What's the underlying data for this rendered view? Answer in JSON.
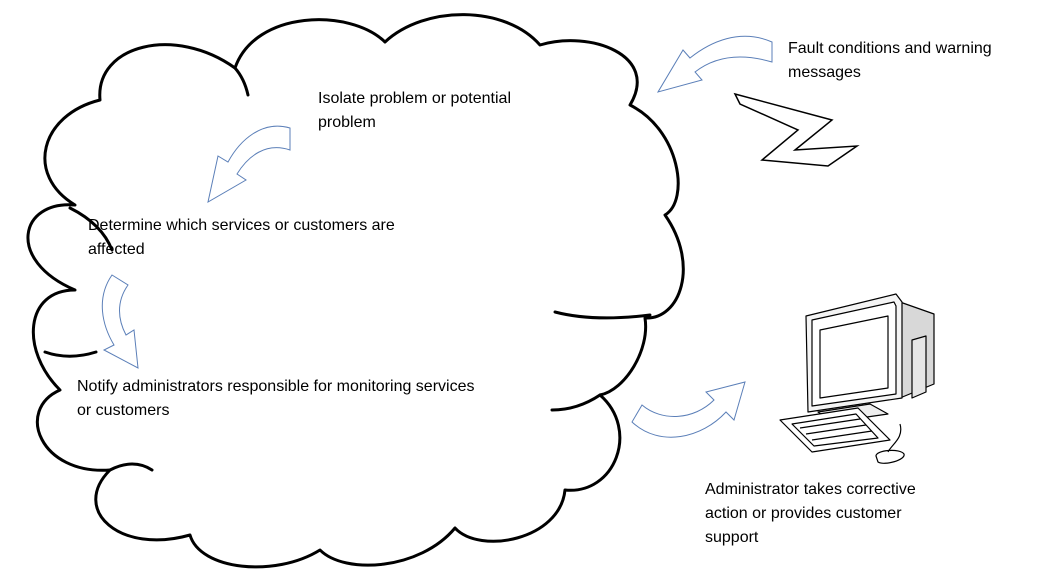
{
  "diagram": {
    "colors": {
      "outline": "#000000",
      "arrow_stroke": "#5b7fb8",
      "arrow_fill": "#ffffff",
      "background": "#ffffff"
    },
    "steps": [
      {
        "lines": [
          "Isolate problem or potential",
          "problem"
        ]
      },
      {
        "lines": [
          "Determine which services or customers are",
          "affected"
        ]
      },
      {
        "lines": [
          "Notify administrators responsible for monitoring services",
          "or customers"
        ]
      }
    ],
    "external_inputs": {
      "lines": [
        "Fault conditions and warning",
        "messages"
      ],
      "icon": "lightning-bolt-icon"
    },
    "administrator": {
      "lines": [
        "Administrator takes corrective",
        "action or provides customer",
        "support"
      ],
      "icon": "computer-workstation-icon"
    }
  }
}
